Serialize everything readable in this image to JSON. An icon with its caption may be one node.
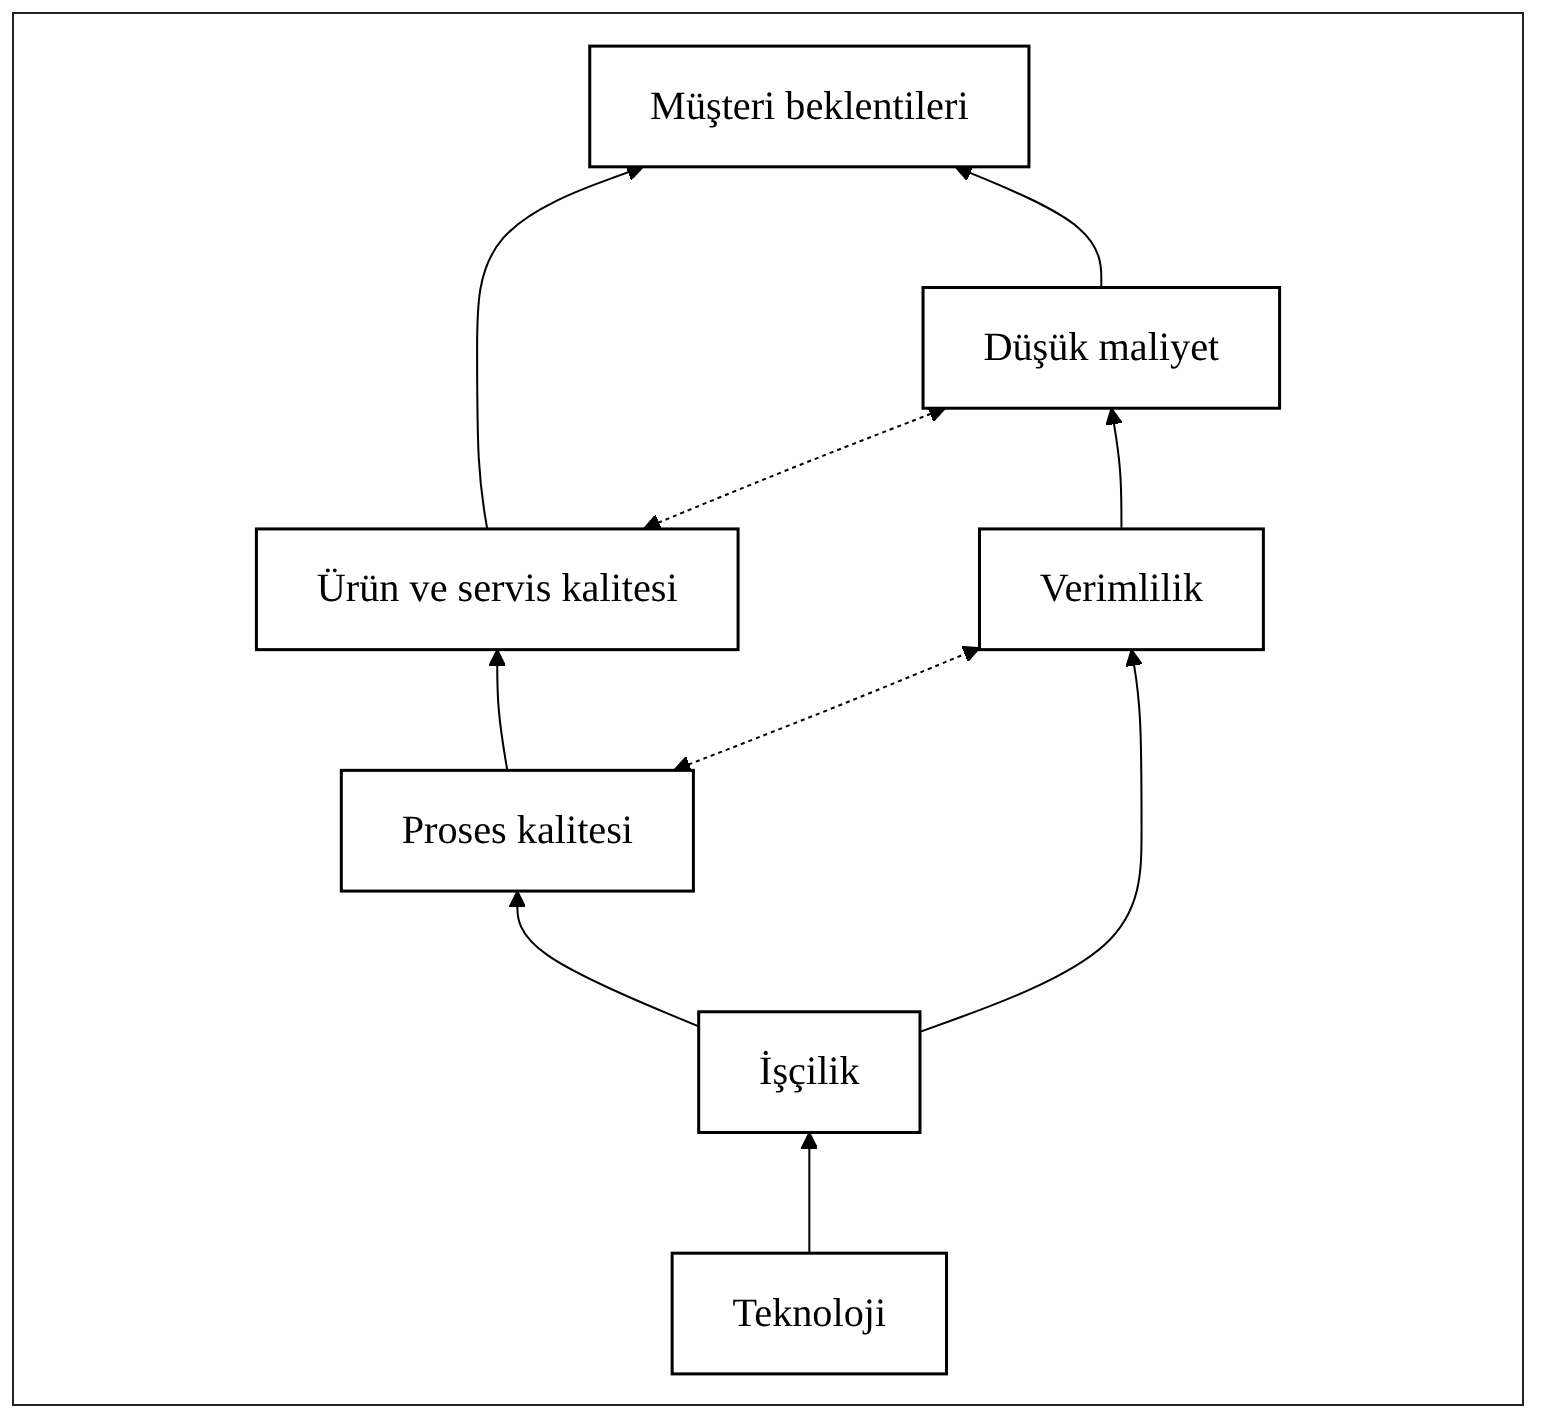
{
  "diagram": {
    "nodes": [
      {
        "text": [
          "Müşteri beklentileri"
        ]
      },
      {
        "text": [
          "Ürün ve servis kalitesi"
        ]
      },
      {
        "text": [
          "Düşük maliyet"
        ]
      },
      {
        "text": [
          "Proses kalitesi"
        ]
      },
      {
        "text": [
          "Verimlilik"
        ]
      },
      {
        "text": [
          "İşçilik"
        ]
      },
      {
        "text": [
          "Teknoloji"
        ]
      }
    ],
    "edges": [
      {
        "from": 6,
        "to": 5,
        "arrow": "to"
      },
      {
        "from": 5,
        "to": 3,
        "arrow": "to"
      },
      {
        "from": 5,
        "to": 4,
        "arrow": "to"
      },
      {
        "from": 3,
        "to": 1,
        "arrow": "to"
      },
      {
        "from": 4,
        "to": 2,
        "arrow": "to"
      },
      {
        "from": 1,
        "to": 0,
        "arrow": "to"
      },
      {
        "from": 2,
        "to": 0,
        "arrow": "to"
      },
      {
        "from": 3,
        "to": 4,
        "arrow": "both",
        "style": "dashed"
      },
      {
        "from": 1,
        "to": 2,
        "arrow": "both",
        "style": "dashed"
      }
    ]
  }
}
